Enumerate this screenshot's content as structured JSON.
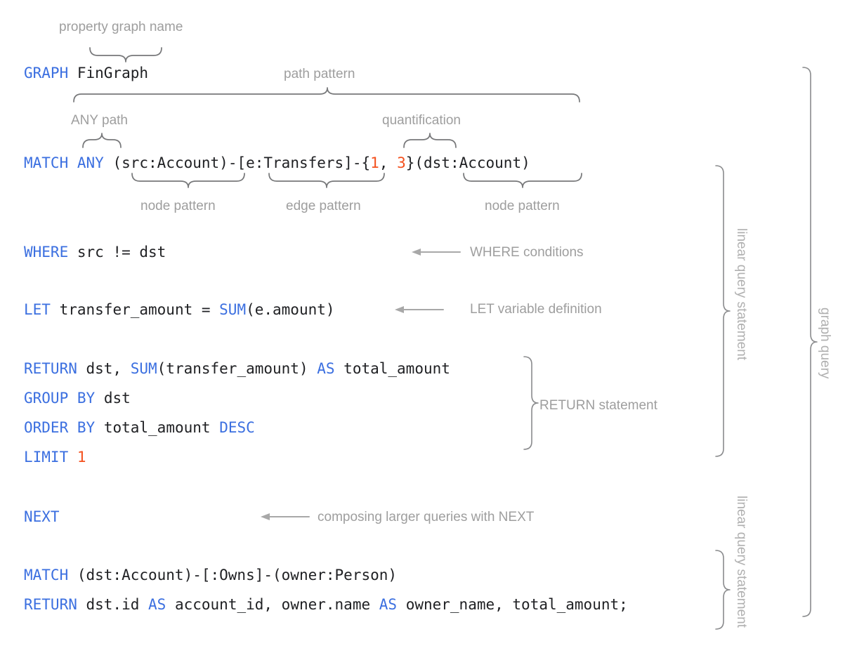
{
  "diagram": {
    "title": "GQL graph query anatomy",
    "colors": {
      "keyword": "#3b6fe0",
      "literal": "#f4511e",
      "code_text": "#202124",
      "annotation": "#9e9e9e",
      "brace": "#77787a",
      "background": "#ffffff"
    }
  },
  "code": {
    "line_graph": {
      "kw": "GRAPH",
      "rest": " FinGraph"
    },
    "line_match": {
      "kw1": "MATCH",
      "kw2": "ANY",
      "pattern_a": "(src:Account)-[e:Transfers]-{",
      "q_min": "1",
      "q_sep": ", ",
      "q_max": "3",
      "pattern_b": "}(dst:Account)"
    },
    "line_where": {
      "kw": "WHERE",
      "rest": " src != dst"
    },
    "line_let": {
      "kw1": "LET",
      "mid": " transfer_amount = ",
      "kw2": "SUM",
      "rest": "(e.amount)"
    },
    "line_return1": {
      "kw1": "RETURN",
      "mid": " dst, ",
      "kw2": "SUM",
      "mid2": "(transfer_amount) ",
      "kw3": "AS",
      "rest": " total_amount"
    },
    "line_groupby": {
      "kw1": "GROUP",
      "kw2": "BY",
      "rest": " dst"
    },
    "line_orderby": {
      "kw1": "ORDER",
      "kw2": "BY",
      "mid": " total_amount ",
      "kw3": "DESC"
    },
    "line_limit": {
      "kw": "LIMIT",
      "num": "1"
    },
    "line_next": {
      "kw": "NEXT"
    },
    "line_match2": {
      "kw": "MATCH",
      "rest": " (dst:Account)-[:Owns]-(owner:Person)"
    },
    "line_return2": {
      "kw1": "RETURN",
      "mid": " dst.id ",
      "kw2": "AS",
      "mid2": " account_id, owner.name ",
      "kw3": "AS",
      "rest": " owner_name, total_amount;"
    }
  },
  "annotations": {
    "property_graph_name": "property graph name",
    "path_pattern": "path pattern",
    "any_path": "ANY path",
    "quantification": "quantification",
    "node_pattern_1": "node pattern",
    "edge_pattern": "edge pattern",
    "node_pattern_2": "node pattern",
    "where_conditions": "WHERE conditions",
    "let_variable_definition": "LET variable definition",
    "return_statement": "RETURN statement",
    "next_composition": "composing larger queries with NEXT",
    "linear_query_statement_1": "linear query statement",
    "linear_query_statement_2": "linear query statement",
    "graph_query": "graph query"
  }
}
